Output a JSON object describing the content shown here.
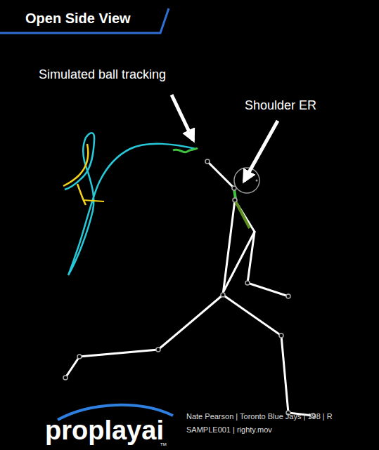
{
  "diagram": {
    "title": "Open Side View",
    "labels": [
      "Simulated ball tracking",
      "Shoulder ER",
      "proplayai",
      "TM",
      "Nate Pearson | Toronto Blue Jays | 198 | R",
      "SAMPLE001 | righty.mov"
    ]
  }
}
